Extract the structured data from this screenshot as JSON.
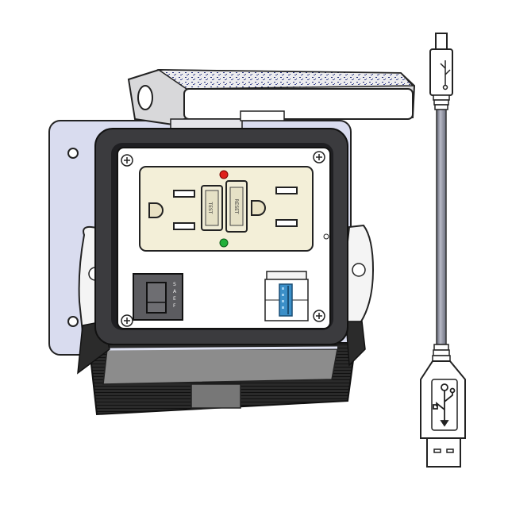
{
  "product": {
    "type": "panel-mount-interface-connector",
    "components": [
      "gfci-duplex-outlet",
      "rocker-switch",
      "usb-type-a-jack",
      "hinged-cover",
      "usb-cable"
    ]
  },
  "gfci_outlet": {
    "test_label": "TEST",
    "reset_label": "RESET",
    "indicator_top_color": "#e0201c",
    "indicator_bottom_color": "#22b03a",
    "face_color": "#f3efd8"
  },
  "rocker_switch": {
    "labels": [
      "S",
      "A",
      "E",
      "F"
    ]
  },
  "usb_jack": {
    "insert_color": "#3b8fc8"
  },
  "colors": {
    "panel_plate": "#d9dcef",
    "frame": "#3b3b3e",
    "base": "#2b2b2b",
    "cover_speckle": "#1f2a78",
    "cable": "#8a8d99"
  },
  "cable": {
    "top_connector": "usb-mini-b",
    "bottom_connector": "usb-type-a"
  }
}
